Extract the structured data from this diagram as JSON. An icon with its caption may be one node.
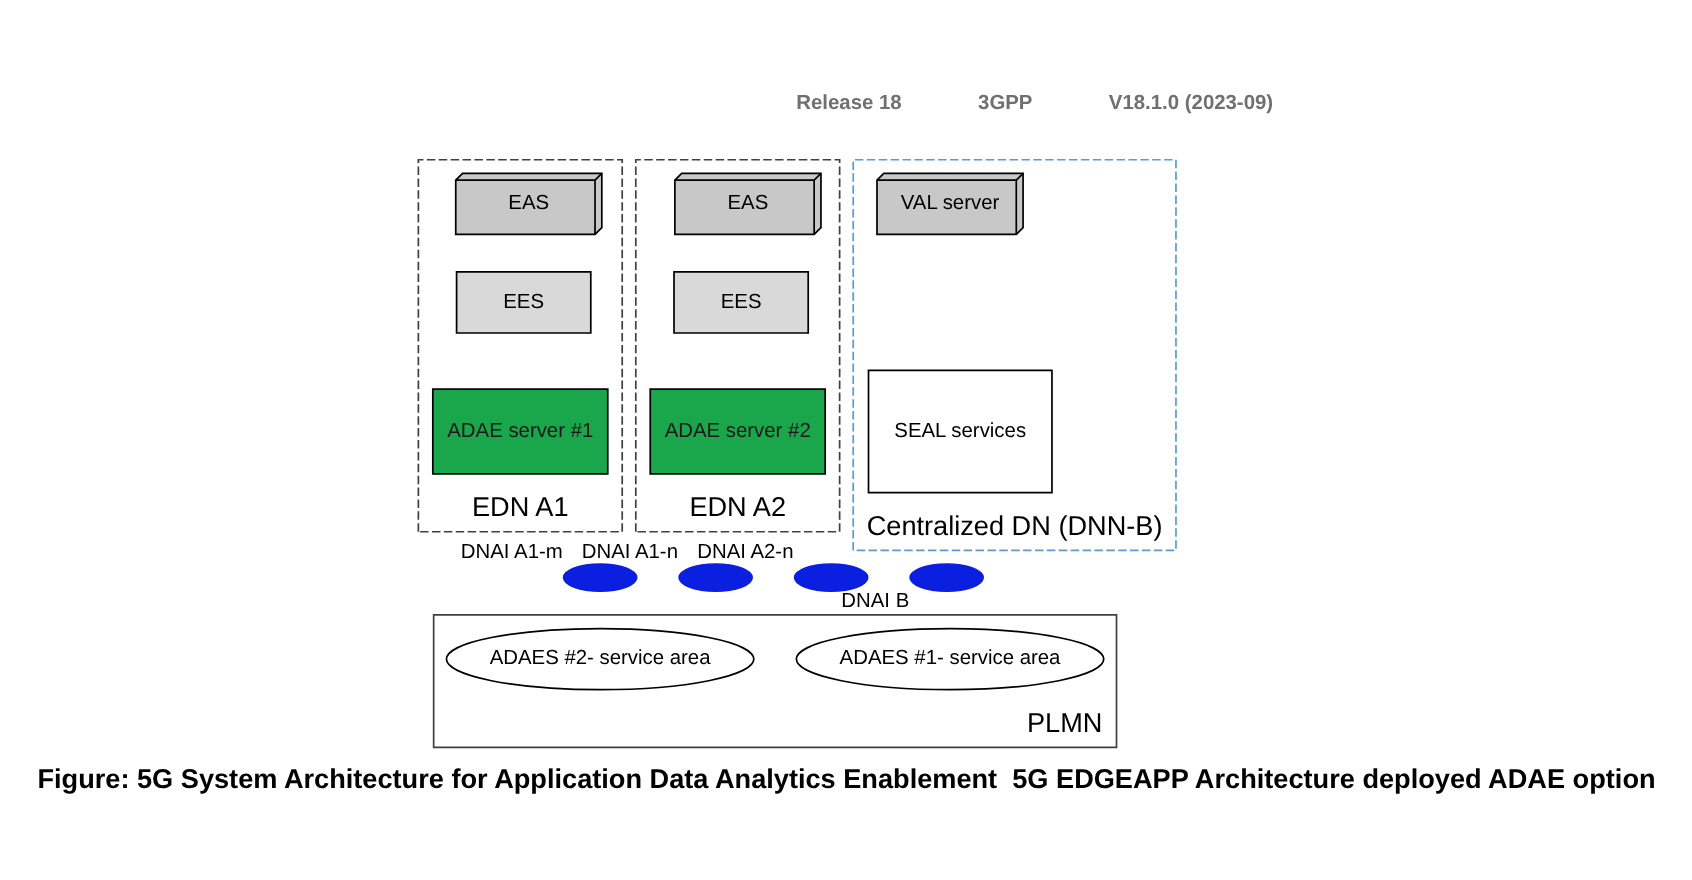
{
  "diagram": {
    "caption": "Figure: 5G System Architecture for Application Data Analytics Enablement  5G EDGEAPP Architecture deployed ADAE option",
    "nodes": [
      {
        "text": [
          "EDN A1"
        ]
      },
      {
        "text": [
          "EAS"
        ],
        "in": 0
      },
      {
        "text": [
          "EES"
        ],
        "in": 0
      },
      {
        "text": [
          "ADAE server #1"
        ],
        "in": 0
      },
      {
        "text": [
          "EDN A2"
        ]
      },
      {
        "text": [
          "EAS"
        ],
        "in": 4
      },
      {
        "text": [
          "EES"
        ],
        "in": 4
      },
      {
        "text": [
          "ADAE server #2"
        ],
        "in": 4
      },
      {
        "text": [
          "Centralized DN (DNN-B)"
        ]
      },
      {
        "text": [
          "VAL server"
        ],
        "in": 8
      },
      {
        "text": [
          "SEAL services"
        ],
        "in": 8
      },
      {
        "text": [
          "PLMN"
        ]
      },
      {
        "text": [],
        "shape": "ellipse",
        "beside": [
          "DNAI A1-m"
        ]
      },
      {
        "text": [],
        "shape": "ellipse",
        "beside": [
          "DNAI A1-n"
        ]
      },
      {
        "text": [],
        "shape": "ellipse",
        "beside": [
          "DNAI A2-n"
        ]
      },
      {
        "text": [],
        "shape": "ellipse",
        "beside": [
          "DNAI B"
        ]
      },
      {
        "text": [
          "ADAES #1- service area"
        ],
        "in": 11
      },
      {
        "text": [
          "ADAES #2- service area"
        ],
        "in": 11
      }
    ],
    "edges": [],
    "labels": [
      "Release 18",
      "3GPP",
      "V18.1.0 (2023-09)"
    ]
  }
}
